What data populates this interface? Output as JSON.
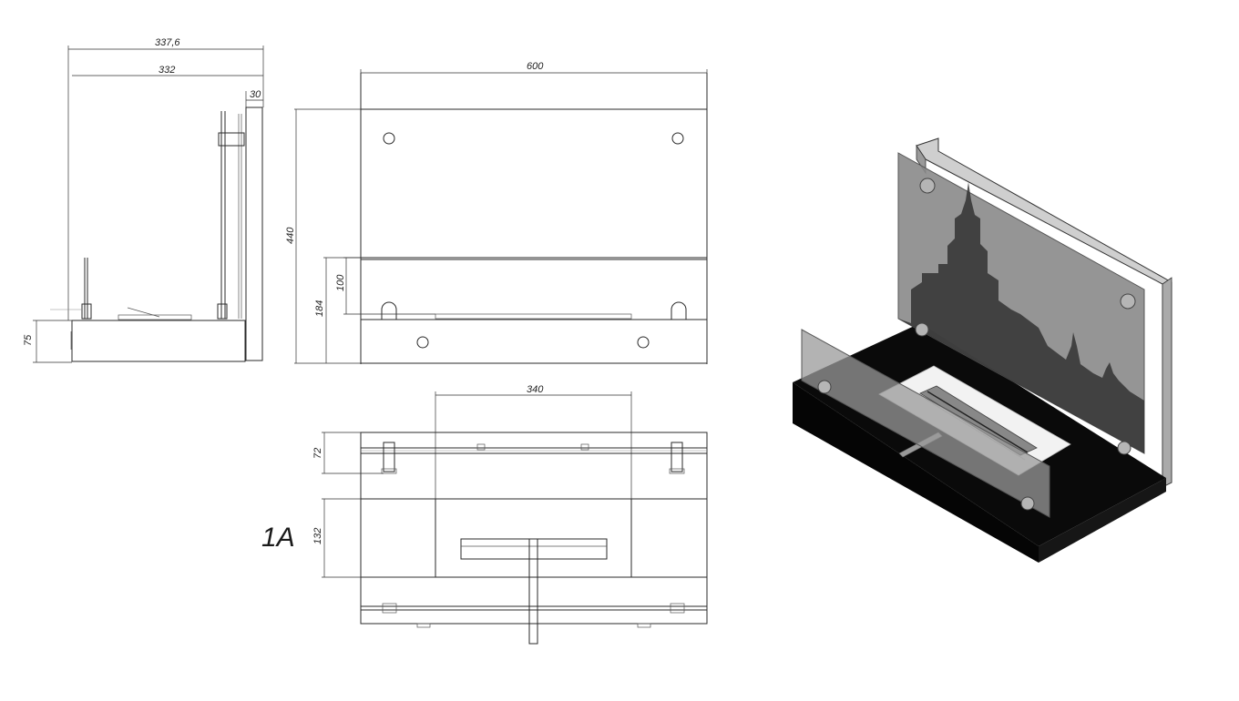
{
  "drawing": {
    "side_view": {
      "width_overall": "337,6",
      "width_inner": "332",
      "glass_offset": "30",
      "base_height": "75"
    },
    "front_view": {
      "width": "600",
      "height": "440",
      "lower_height": "184",
      "lower_glass": "100"
    },
    "top_view": {
      "burner_width": "340",
      "front_depth": "72",
      "burner_depth": "132"
    },
    "partial_label": "1A"
  },
  "colors": {
    "line": "#2a2a2a",
    "base": "#0a0a0a",
    "glass": "#8a8a8a",
    "burner": "#f2f2f2"
  }
}
